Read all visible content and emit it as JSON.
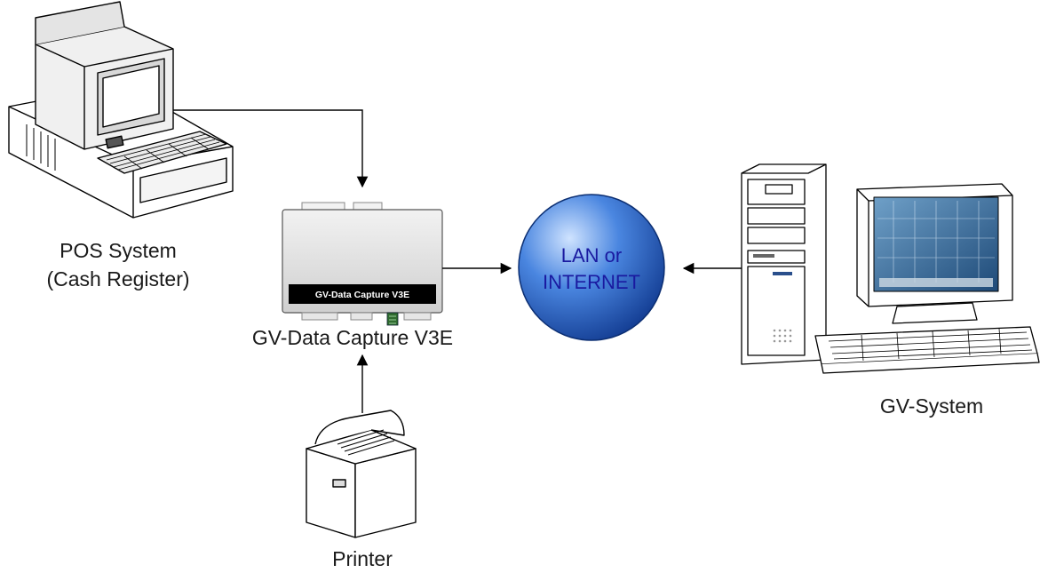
{
  "pos": {
    "line1": "POS System",
    "line2": "(Cash Register)"
  },
  "capture": {
    "label": "GV-Data Capture V3E",
    "plate": "GV-Data Capture V3E"
  },
  "network": {
    "line1": "LAN or",
    "line2": "INTERNET"
  },
  "gvsystem": {
    "label": "GV-System"
  },
  "printer": {
    "label": "Printer"
  },
  "colors": {
    "network_fill": "#2a5fbe",
    "network_text": "#1a1aa0",
    "line": "#000000",
    "device_face": "#e3e3e3"
  }
}
